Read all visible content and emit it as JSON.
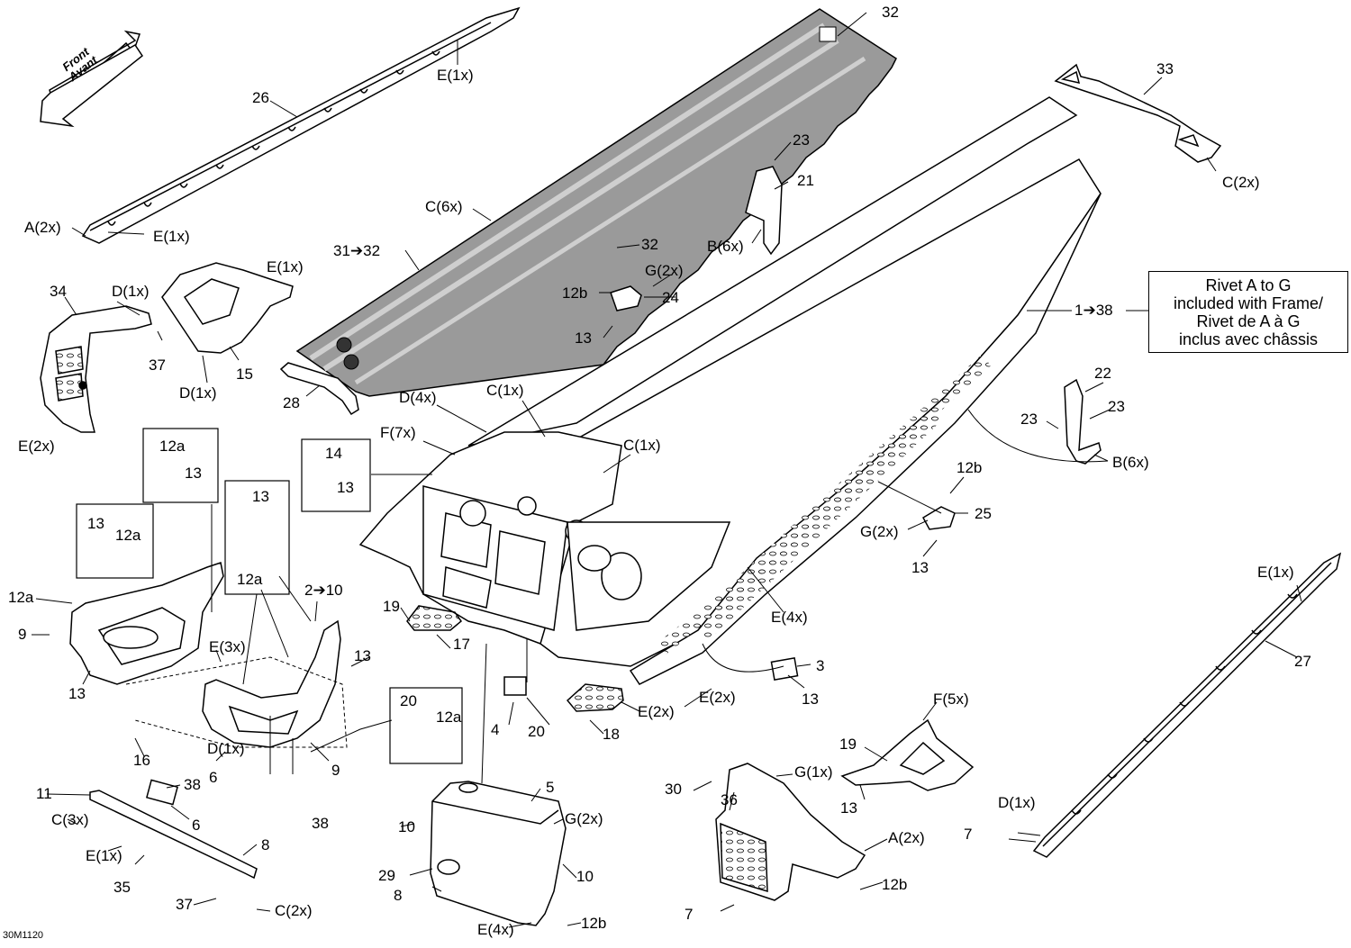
{
  "direction": {
    "line1": "Front",
    "line2": "Avant"
  },
  "note": {
    "lines": [
      "Rivet A to G",
      "included with Frame/",
      "Rivet de A à G",
      "inclus avec châssis"
    ]
  },
  "reference": "30M1120",
  "callouts": [
    "32",
    "E(1x)",
    "26",
    "33",
    "A(2x)",
    "E(1x)",
    "C(6x)",
    "23",
    "21",
    "C(2x)",
    "31➔32",
    "32",
    "B(6x)",
    "E(1x)",
    "34",
    "D(1x)",
    "G(2x)",
    "12b",
    "24",
    "1➔38",
    "37",
    "15",
    "D(1x)",
    "13",
    "28",
    "D(4x)",
    "C(1x)",
    "22",
    "23",
    "23",
    "E(2x)",
    "F(7x)",
    "C(1x)",
    "12a",
    "13",
    "14",
    "13",
    "12b",
    "B(6x)",
    "13",
    "25",
    "13",
    "12a",
    "G(2x)",
    "13",
    "12a",
    "13",
    "2➔10",
    "12a",
    "E(1x)",
    "9",
    "19",
    "17",
    "E(4x)",
    "27",
    "E(3x)",
    "13",
    "3",
    "20",
    "12a",
    "13",
    "E(2x)",
    "F(5x)",
    "D(1x)",
    "4",
    "20",
    "E(2x)",
    "18",
    "19",
    "16",
    "6",
    "9",
    "G(1x)",
    "38",
    "11",
    "5",
    "30",
    "36",
    "38",
    "6",
    "G(2x)",
    "C(3x)",
    "8",
    "10",
    "13",
    "D(1x)",
    "E(1x)",
    "7",
    "A(2x)",
    "35",
    "10",
    "29",
    "12b",
    "37",
    "8",
    "C(2x)",
    "7",
    "E(4x)",
    "12b",
    "13"
  ]
}
